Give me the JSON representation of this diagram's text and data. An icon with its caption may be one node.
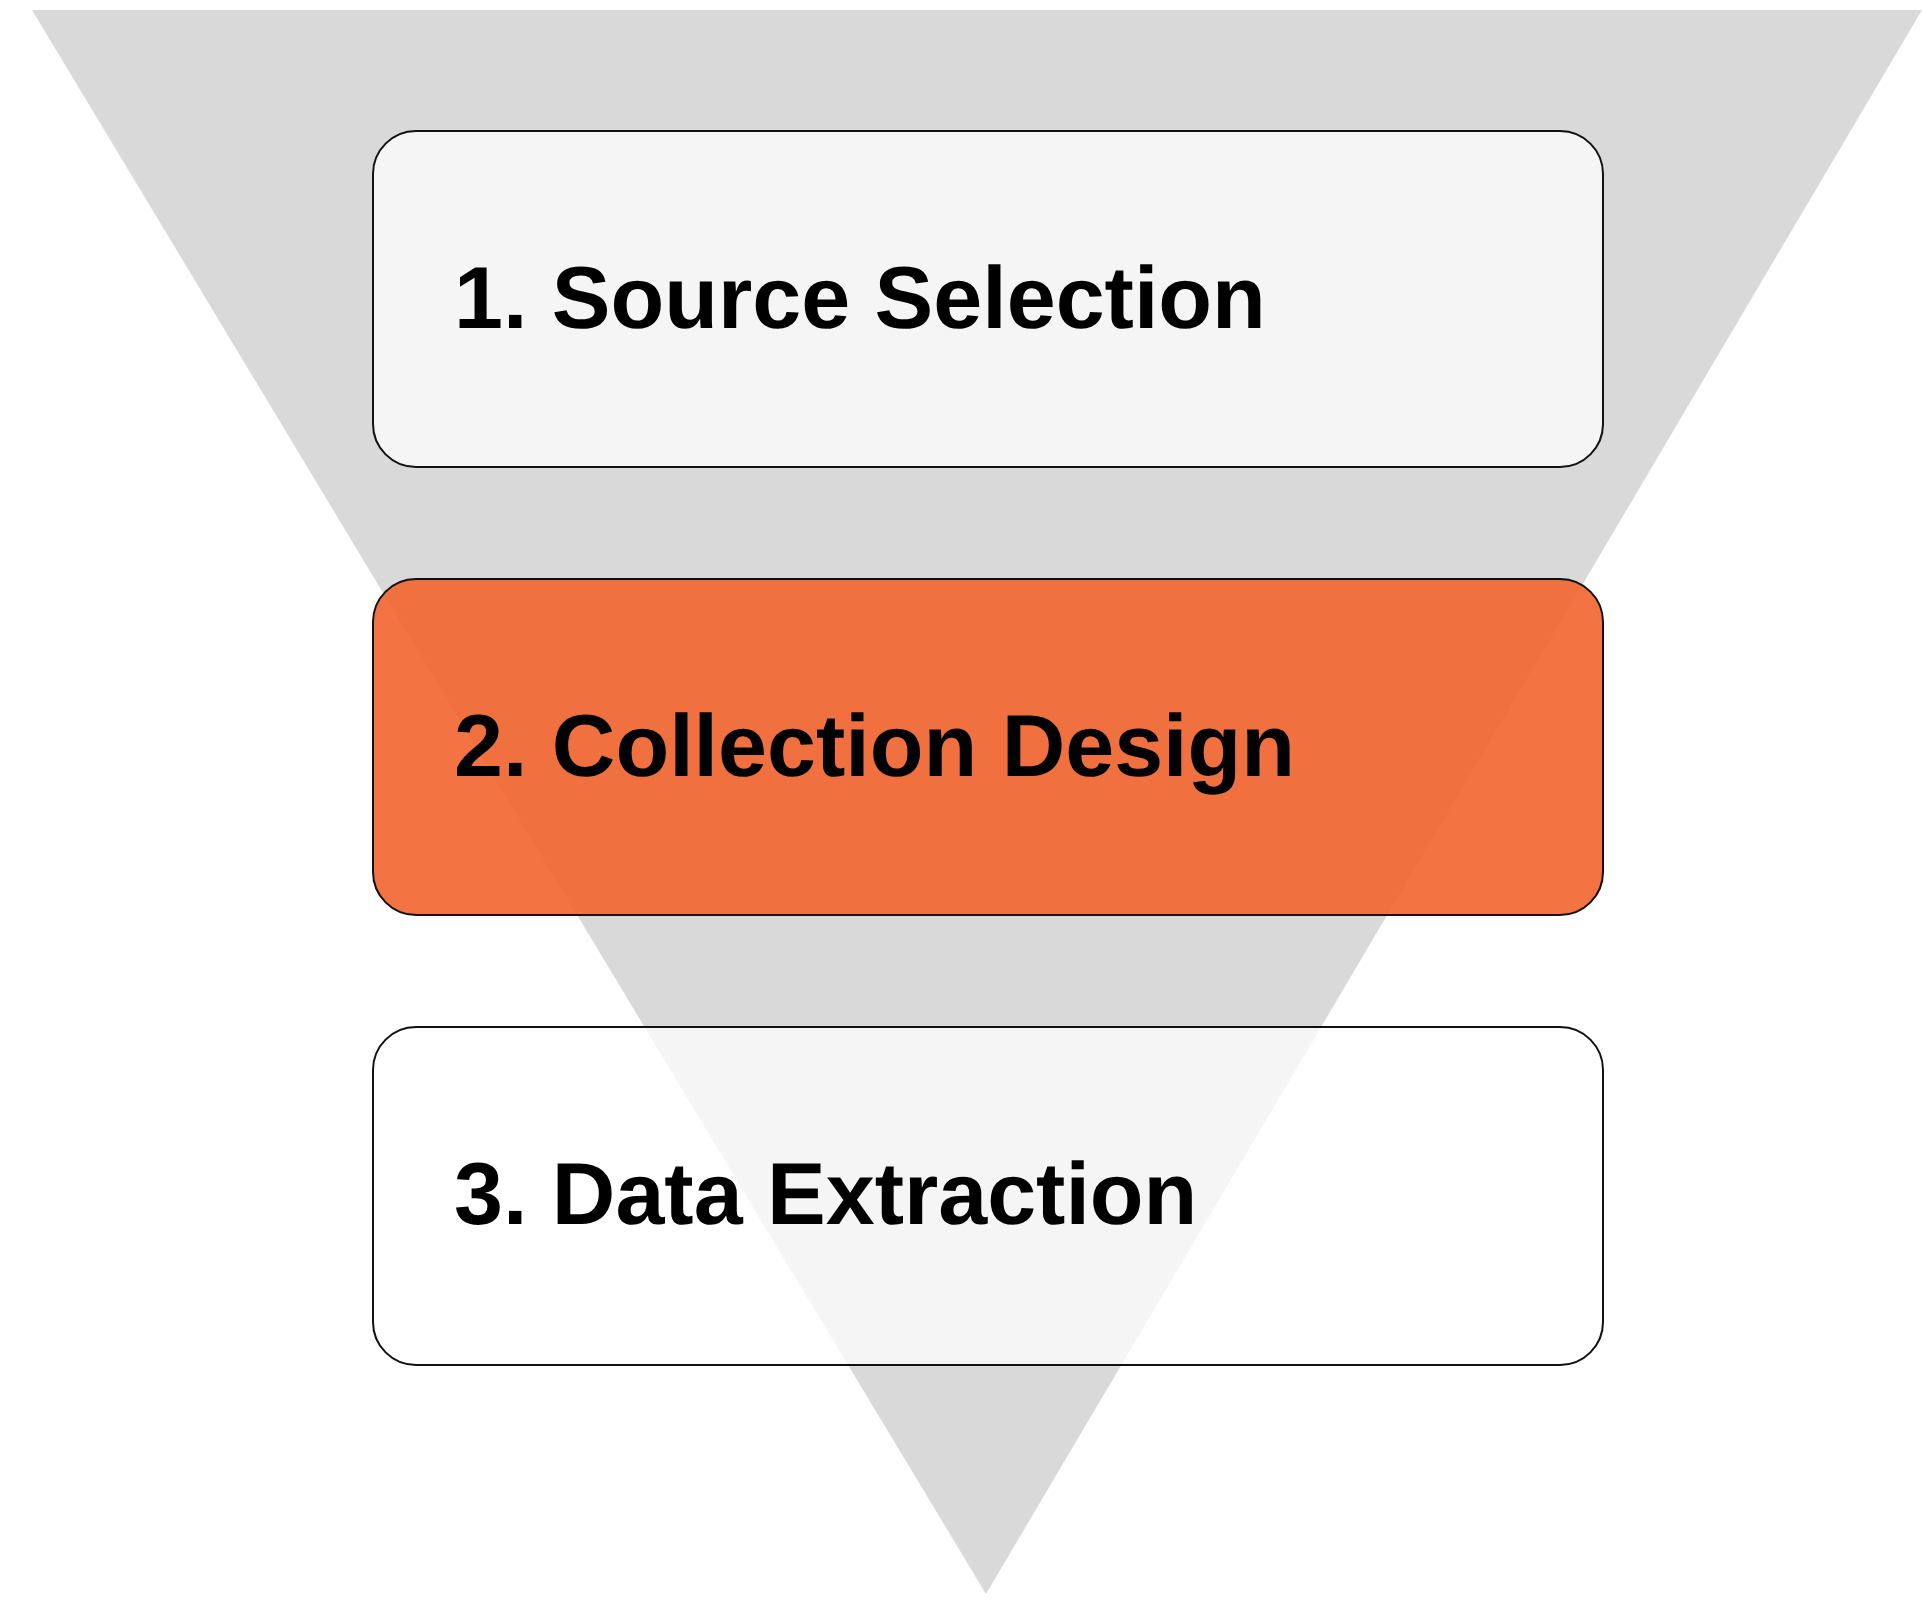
{
  "diagram": {
    "nodes": [
      {
        "text": [
          "1. Source Selection"
        ]
      },
      {
        "text": [
          "2. Collection Design"
        ]
      },
      {
        "text": [
          "3. Data Extraction"
        ]
      }
    ]
  }
}
